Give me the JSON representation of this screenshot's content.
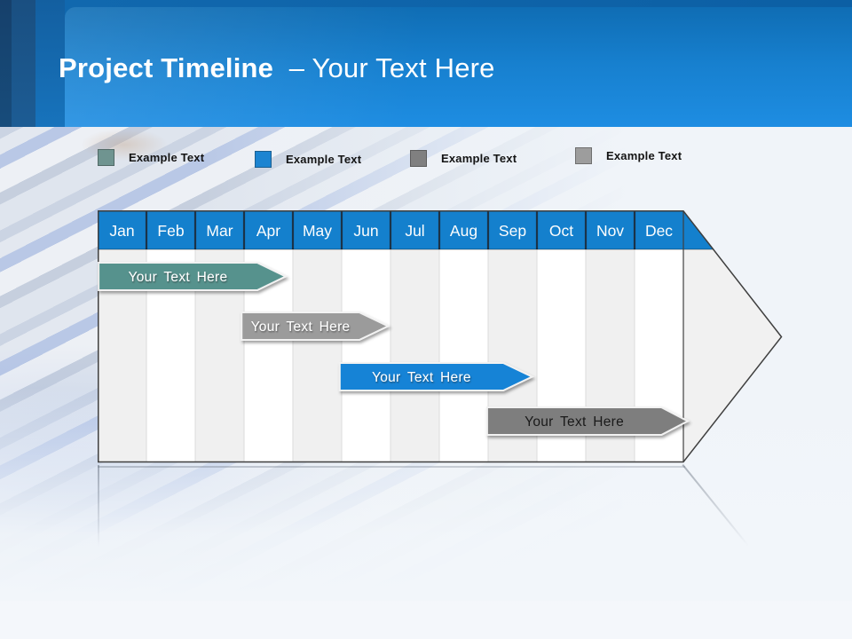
{
  "slide": {
    "title_bold": "Project Timeline",
    "title_light": "– Your Text Here"
  },
  "legend": {
    "items": [
      {
        "label": "Example Text",
        "color": "#6F9490"
      },
      {
        "label": "Example Text",
        "color": "#1C84D1"
      },
      {
        "label": "Example Text",
        "color": "#808080"
      },
      {
        "label": "Example Text",
        "color": "#9D9D9D"
      }
    ]
  },
  "timeline": {
    "months": [
      "Jan",
      "Feb",
      "Mar",
      "Apr",
      "May",
      "Jun",
      "Jul",
      "Aug",
      "Sep",
      "Oct",
      "Nov",
      "Dec"
    ],
    "header_color": "#1480CD",
    "header_divider_color": "#1B3348",
    "column_shade_color": "#F0F0F0",
    "arrowhead_color": "#F1F1F1",
    "outline_color": "#3F3F3F",
    "bars": [
      {
        "label": "Your Text Here",
        "fill": "#56928D",
        "text_color": "#FFFFFF",
        "start_month": 0.02,
        "end_month": 3.27,
        "tip_month": 3.85,
        "row": 0
      },
      {
        "label": "Your Text Here",
        "fill": "#9B9B9B",
        "text_color": "#FFFFFF",
        "start_month": 2.95,
        "end_month": 5.36,
        "tip_month": 5.95,
        "row": 1
      },
      {
        "label": "Your Text Here",
        "fill": "#1583D6",
        "text_color": "#FFFFFF",
        "start_month": 4.96,
        "end_month": 8.31,
        "tip_month": 8.9,
        "row": 2
      },
      {
        "label": "Your Text Here",
        "fill": "#7E7E7E",
        "text_color": "#1A1A1A",
        "start_month": 7.98,
        "end_month": 11.55,
        "tip_month": 12.09,
        "row": 3
      }
    ]
  }
}
